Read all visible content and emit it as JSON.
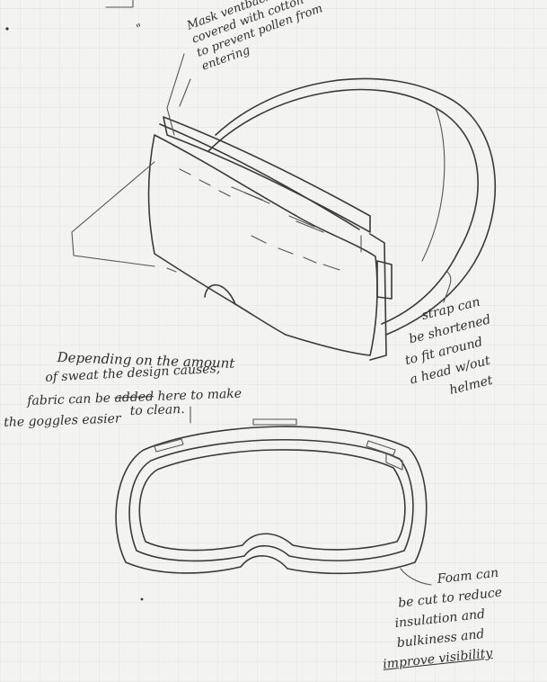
{
  "notes": {
    "mask_vent": {
      "prefix": "\"",
      "lines": [
        "Mask ventback",
        "covered with cotton",
        "to prevent pollen from",
        "entering"
      ]
    },
    "strap": {
      "lines": [
        "strap can",
        "be shortened",
        "to fit around",
        "a head w/out",
        "helmet"
      ]
    },
    "fabric": {
      "line1": "Depending on the amount",
      "line2": "of sweat the design causes,",
      "line3_a": "fabric can be",
      "line3_strike": "added",
      "line3_b": "here to make",
      "line4_a": "the goggles easier",
      "line4_b": "to clean."
    },
    "foam": {
      "lines": [
        "Foam can",
        "be cut to reduce",
        "insulation and",
        "bulkiness and",
        "improve visibility"
      ]
    }
  }
}
